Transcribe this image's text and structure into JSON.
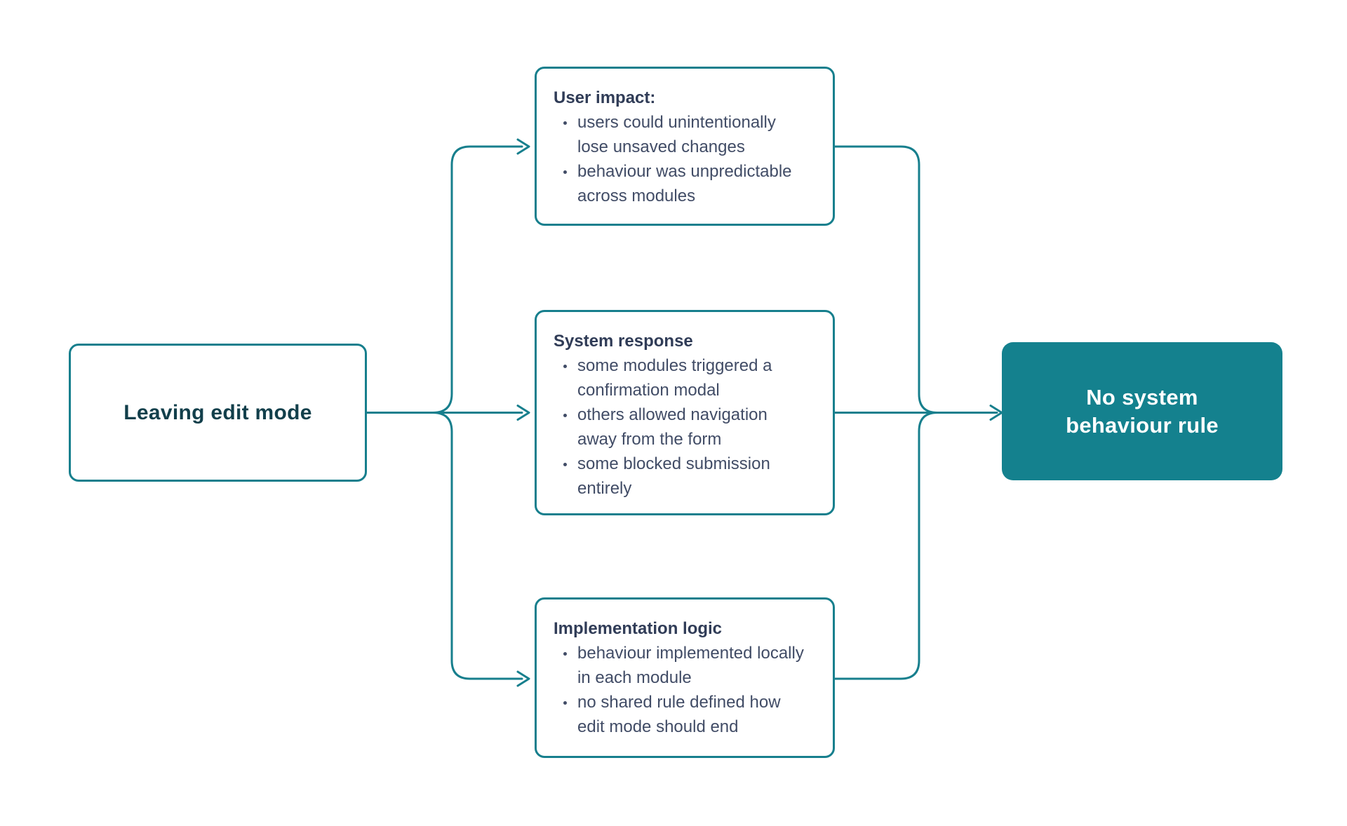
{
  "theme": {
    "background": "#ffffff",
    "line_color": "#177f8d",
    "node_border_color": "#177f8d",
    "node_fill": "#ffffff",
    "title_color": "#303c57",
    "body_color": "#414c66",
    "root_label_color": "#123f4b",
    "result_fill": "#14818e",
    "result_label_color": "#ffffff"
  },
  "diagram": {
    "type": "flowchart",
    "direction": "left-to-right",
    "root_node": {
      "label": "Leaving edit mode"
    },
    "branch_nodes": [
      {
        "title": "User impact:",
        "bullets": [
          "users could unintentionally lose unsaved changes",
          "behaviour was unpredictable across modules"
        ]
      },
      {
        "title": "System response",
        "bullets": [
          "some modules triggered a confirmation modal",
          "others allowed navigation away from the form",
          "some blocked submission entirely"
        ]
      },
      {
        "title": "Implementation logic",
        "bullets": [
          "behaviour implemented locally in each module",
          "no shared rule defined how edit mode should end"
        ]
      }
    ],
    "result_node": {
      "label": "No system behaviour rule",
      "label_lines": [
        "No system",
        "behaviour rule"
      ]
    }
  }
}
